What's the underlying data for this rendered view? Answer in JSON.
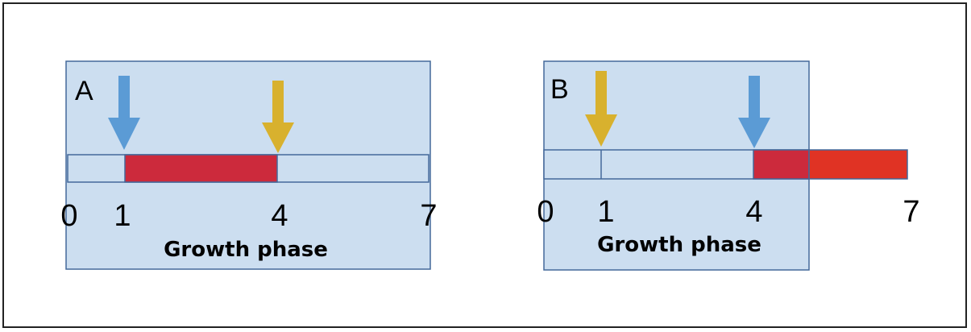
{
  "colors": {
    "panel_fill": "#ccdef0",
    "panel_stroke": "#44689a",
    "blue_arrow": "#5b9bd5",
    "gold_arrow": "#d8b12e",
    "dark_red": "#cc2a3c",
    "bright_red": "#e03324"
  },
  "panels": [
    {
      "letter": "A",
      "axis_title": "Growth phase",
      "ticks": [
        "0",
        "1",
        "4",
        "7"
      ],
      "blue_arrow_at": 1,
      "gold_arrow_at": 4,
      "red_segment": [
        1,
        4
      ]
    },
    {
      "letter": "B",
      "axis_title": "Growth phase",
      "ticks": [
        "0",
        "1",
        "4",
        "7"
      ],
      "blue_arrow_at": 4,
      "gold_arrow_at": 1,
      "red_segment": [
        4,
        7
      ]
    }
  ]
}
